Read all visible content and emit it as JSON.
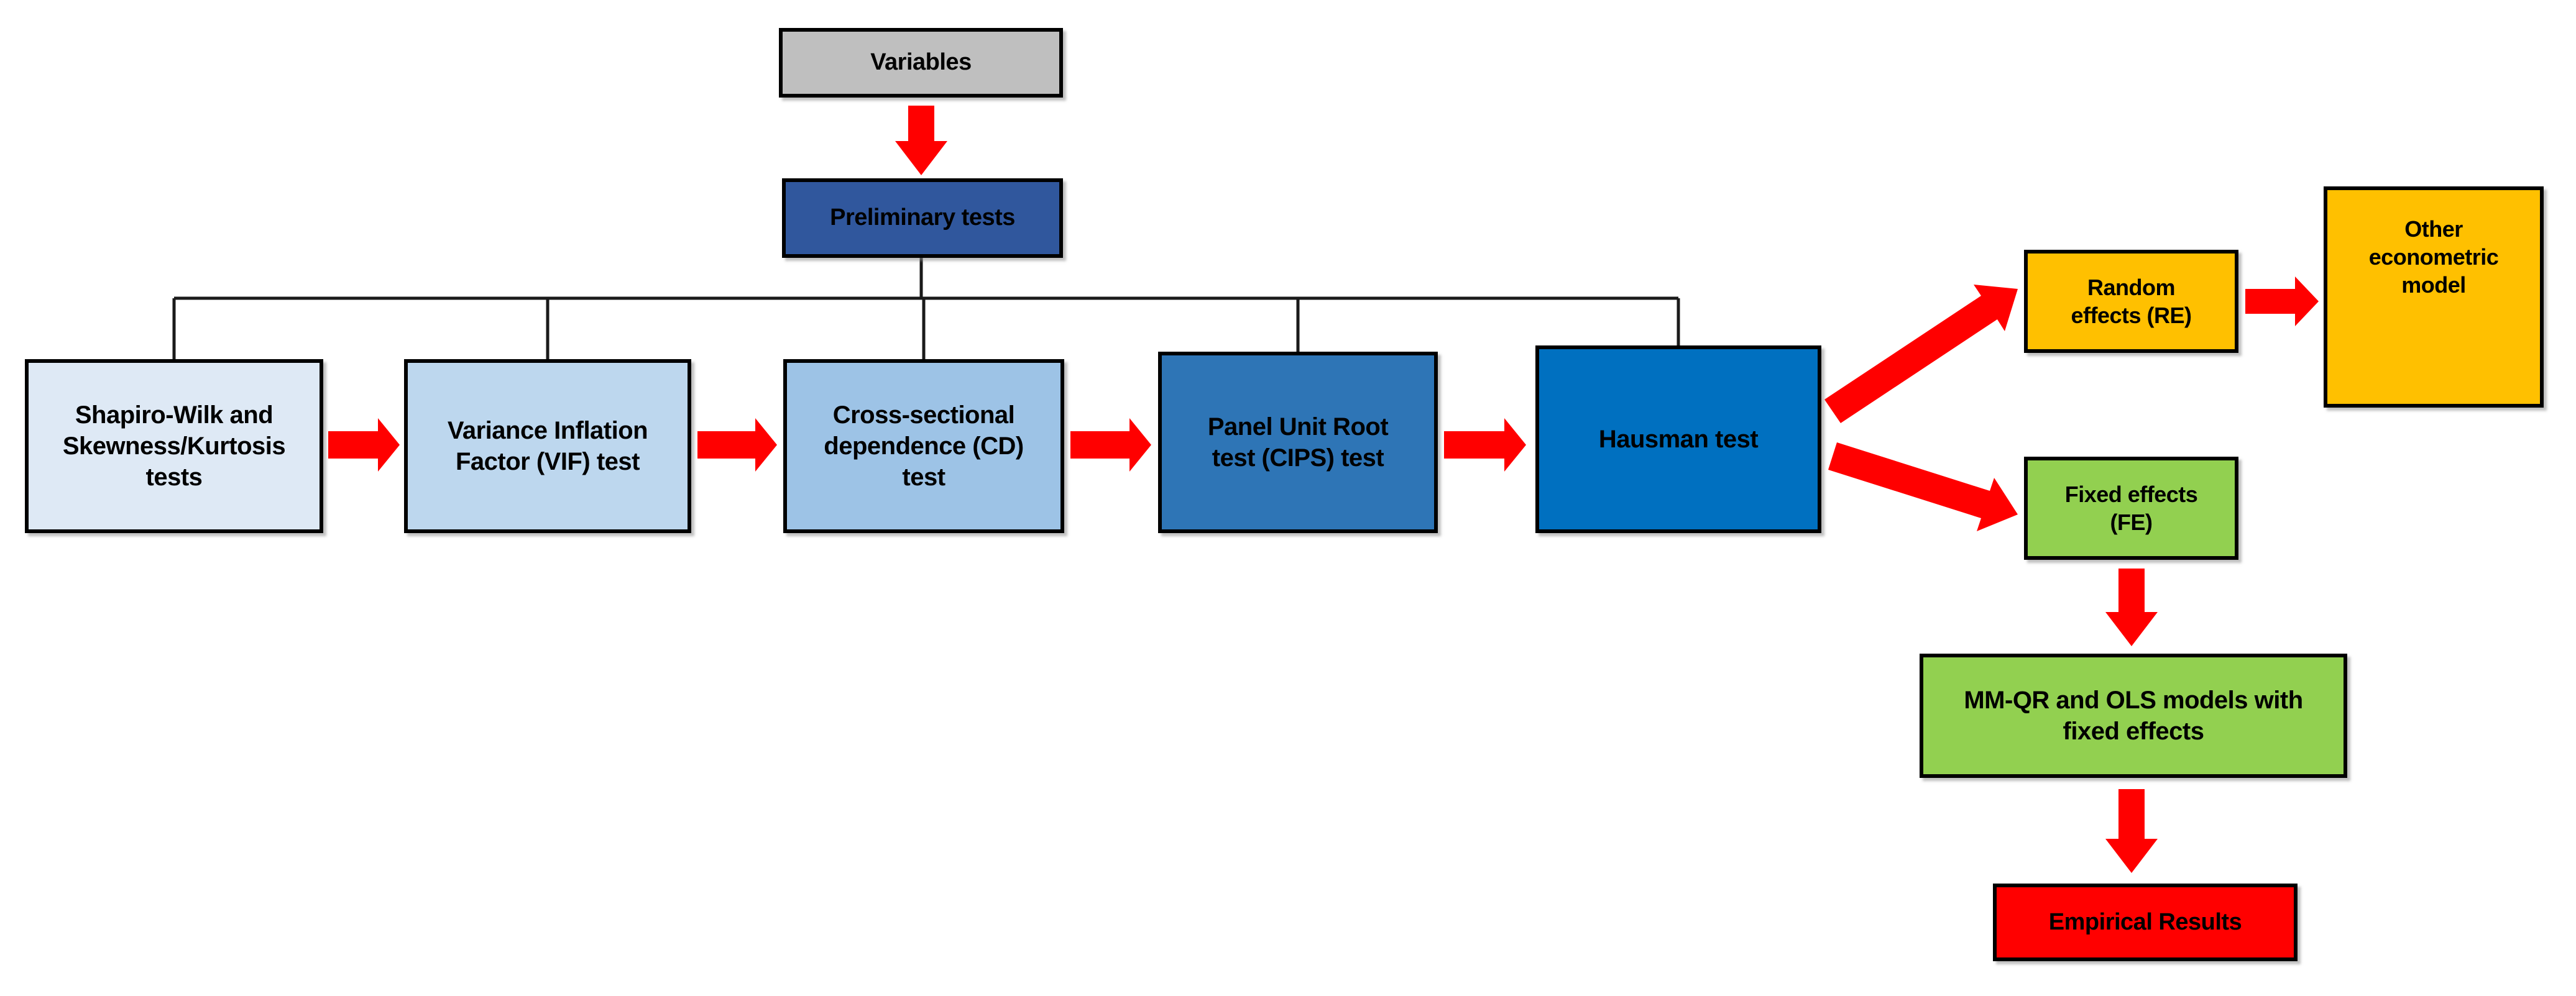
{
  "diagram": {
    "background_color": "#FFFFFF",
    "arrow_color": "#FF0000",
    "connector_color": "#1A1A1A",
    "text_color": "#000000",
    "nodes": {
      "variables": {
        "label": "Variables",
        "fill": "#BFBFBF"
      },
      "preliminary": {
        "label": "Preliminary tests",
        "fill": "#30579D"
      },
      "shapiro": {
        "label": "Shapiro-Wilk and\nSkewness/Kurtosis\ntests",
        "fill": "#DEE9F5"
      },
      "vif": {
        "label": "Variance Inflation\nFactor (VIF) test",
        "fill": "#BDD7EE"
      },
      "cd": {
        "label": "Cross-sectional\ndependence (CD)\ntest",
        "fill": "#9DC3E6"
      },
      "panel": {
        "label": "Panel Unit Root\ntest (CIPS) test",
        "fill": "#2E75B6"
      },
      "hausman": {
        "label": "Hausman test",
        "fill": "#0070C0"
      },
      "random_effects": {
        "label": "Random\neffects (RE)",
        "fill": "#FFC000"
      },
      "other_model": {
        "label": "Other\neconometric\nmodel",
        "fill": "#FFC000"
      },
      "fixed_effects": {
        "label": "Fixed effects\n(FE)",
        "fill": "#92D050"
      },
      "mmqr": {
        "label": "MM-QR and OLS models with\nfixed effects",
        "fill": "#92D050"
      },
      "empirical": {
        "label": "Empirical Results",
        "fill": "#FF0000"
      }
    },
    "edges": [
      {
        "from": "variables",
        "to": "preliminary",
        "style": "red-block-arrow-down"
      },
      {
        "from": "preliminary",
        "to": "shapiro",
        "style": "connector-line"
      },
      {
        "from": "preliminary",
        "to": "vif",
        "style": "connector-line"
      },
      {
        "from": "preliminary",
        "to": "cd",
        "style": "connector-line"
      },
      {
        "from": "preliminary",
        "to": "panel",
        "style": "connector-line"
      },
      {
        "from": "preliminary",
        "to": "hausman",
        "style": "connector-line"
      },
      {
        "from": "shapiro",
        "to": "vif",
        "style": "red-block-arrow-right"
      },
      {
        "from": "vif",
        "to": "cd",
        "style": "red-block-arrow-right"
      },
      {
        "from": "cd",
        "to": "panel",
        "style": "red-block-arrow-right"
      },
      {
        "from": "panel",
        "to": "hausman",
        "style": "red-block-arrow-right"
      },
      {
        "from": "hausman",
        "to": "random_effects",
        "style": "red-block-arrow-diagonal-up"
      },
      {
        "from": "hausman",
        "to": "fixed_effects",
        "style": "red-block-arrow-diagonal-down"
      },
      {
        "from": "random_effects",
        "to": "other_model",
        "style": "red-block-arrow-right"
      },
      {
        "from": "fixed_effects",
        "to": "mmqr",
        "style": "red-block-arrow-down"
      },
      {
        "from": "mmqr",
        "to": "empirical",
        "style": "red-block-arrow-down"
      }
    ]
  }
}
